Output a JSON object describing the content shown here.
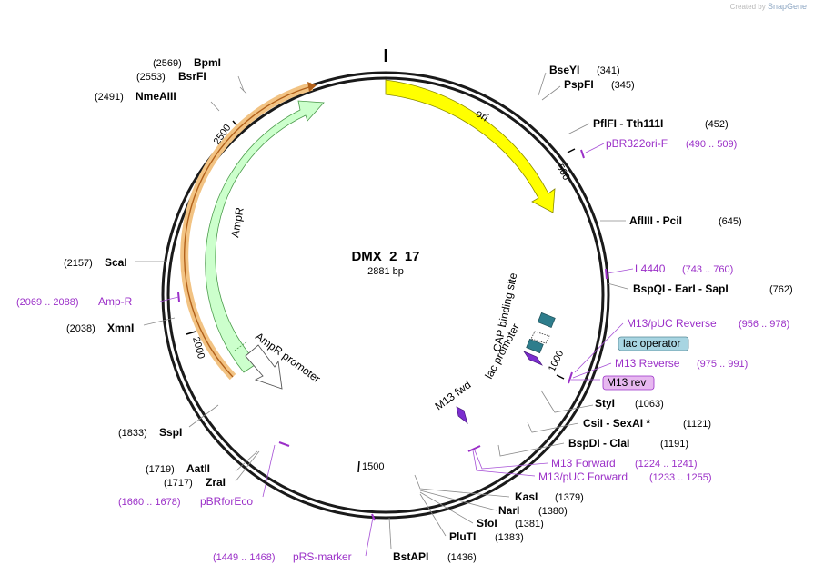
{
  "credit": {
    "created_by": "Created by",
    "brand": "SnapGene"
  },
  "plasmid": {
    "name": "DMX_2_17",
    "length": "2881 bp"
  },
  "ticks": [
    "500",
    "1000",
    "1500",
    "2000",
    "2500"
  ],
  "features": {
    "ori": "ori",
    "ampr": "AmpR",
    "ampr_promoter": "AmpR promoter",
    "cap": "CAP binding site",
    "lac_promoter": "lac promoter",
    "m13_fwd": "M13 fwd"
  },
  "boxes": {
    "lac_operator": "lac operator",
    "m13_rev": "M13 rev"
  },
  "enzymes": {
    "bpmi": {
      "name": "BpmI",
      "pos": "(2569)"
    },
    "bsrfi": {
      "name": "BsrFI",
      "pos": "(2553)"
    },
    "nmeaiii": {
      "name": "NmeAIII",
      "pos": "(2491)"
    },
    "scai": {
      "name": "ScaI",
      "pos": "(2157)"
    },
    "xmni": {
      "name": "XmnI",
      "pos": "(2038)"
    },
    "sspi": {
      "name": "SspI",
      "pos": "(1833)"
    },
    "aatii": {
      "name": "AatII",
      "pos": "(1719)"
    },
    "zrai": {
      "name": "ZraI",
      "pos": "(1717)"
    },
    "bseyi": {
      "name": "BseYI",
      "pos": "(341)"
    },
    "pspfi": {
      "name": "PspFI",
      "pos": "(345)"
    },
    "pflfi": {
      "name": "PflFI",
      "sep": " - ",
      "name2": "Tth111I",
      "pos": "(452)"
    },
    "afliii": {
      "name": "AflIII",
      "sep": " - ",
      "name2": "PciI",
      "pos": "(645)"
    },
    "bspqi": {
      "name": "BspQI",
      "sep": " - ",
      "name2": "EarI",
      "sep2": " - ",
      "name3": "SapI",
      "pos": "(762)"
    },
    "styi": {
      "name": "StyI",
      "pos": "(1063)"
    },
    "csii": {
      "name": "CsiI",
      "sep": " - ",
      "name2": "SexAI *",
      "pos": "(1121)"
    },
    "bspdi": {
      "name": "BspDI",
      "sep": " - ",
      "name2": "ClaI",
      "pos": "(1191)"
    },
    "kasi": {
      "name": "KasI",
      "pos": "(1379)"
    },
    "nari": {
      "name": "NarI",
      "pos": "(1380)"
    },
    "sfoi": {
      "name": "SfoI",
      "pos": "(1381)"
    },
    "pluti": {
      "name": "PluTI",
      "pos": "(1383)"
    },
    "bstapi": {
      "name": "BstAPI",
      "pos": "(1436)"
    }
  },
  "primers": {
    "pbr322ori": {
      "name": "pBR322ori-F",
      "pos": "(490 .. 509)"
    },
    "l4440": {
      "name": "L4440",
      "pos": "(743 .. 760)"
    },
    "m13puc_rev": {
      "name": "M13/pUC Reverse",
      "pos": "(956 .. 978)"
    },
    "m13_reverse": {
      "name": "M13 Reverse",
      "pos": "(975 .. 991)"
    },
    "m13_forward": {
      "name": "M13 Forward",
      "pos": "(1224 .. 1241)"
    },
    "m13puc_fwd": {
      "name": "M13/pUC Forward",
      "pos": "(1233 .. 1255)"
    },
    "amp_r": {
      "name": "Amp-R",
      "pos": "(2069 .. 2088)"
    },
    "pbrforeco": {
      "name": "pBRforEco",
      "pos": "(1660 .. 1678)"
    },
    "prs_marker": {
      "name": "pRS-marker",
      "pos": "(1449 .. 1468)"
    }
  },
  "colors": {
    "ori": "#ffff00",
    "ampr": "#ccffcc",
    "ampr_border": "#4a9a4a",
    "primer": "#9b30c8",
    "lac_operator_box": "#a8d5e2",
    "m13_rev_box": "#e7b8f0",
    "cap": "#2e7d8c"
  }
}
